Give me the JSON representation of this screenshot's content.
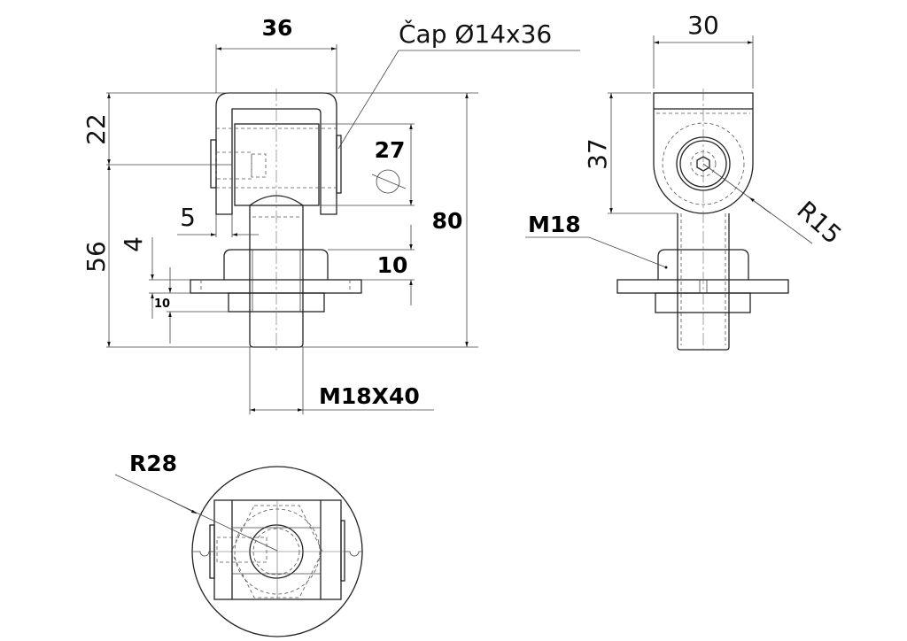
{
  "front_view": {
    "width_dim": "36",
    "pin_label": "Čap Ø14x36",
    "top_dim": "22",
    "lower_dim": "56",
    "height_dim": "80",
    "pin_dim": "27",
    "offset_dim": "5",
    "nut_dim": "10",
    "washer_dim": "4",
    "plate_dim": "10",
    "thread_label": "M18X40"
  },
  "side_view": {
    "width_dim": "30",
    "height_dim": "37",
    "radius_label": "R15",
    "thread_label": "M18"
  },
  "bottom_view": {
    "radius_label": "R28"
  }
}
